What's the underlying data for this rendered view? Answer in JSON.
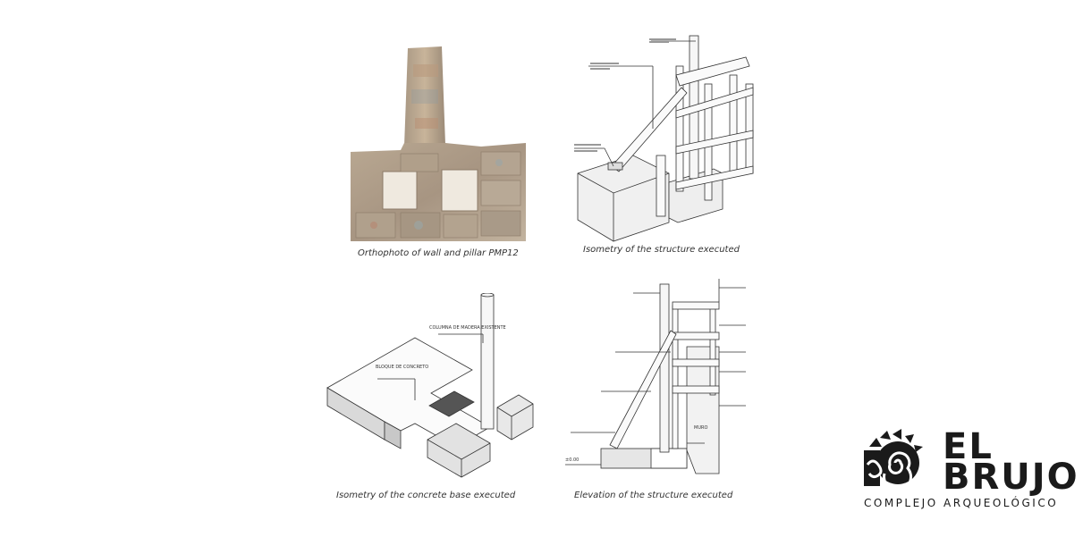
{
  "figures": {
    "photo": {
      "caption": "Orthophoto of wall and pillar PMP12"
    },
    "iso_structure": {
      "caption": "Isometry of the structure executed"
    },
    "iso_base": {
      "caption": "Isometry of the concrete base executed",
      "label_block": "BLOQUE DE CONCRETO",
      "label_column": "COLUMNA DE MADERA EXISTENTE"
    },
    "elevation": {
      "caption": "Elevation of the structure executed",
      "label_wall": "MURO"
    }
  },
  "logo": {
    "line1": "EL",
    "line2": "BRUJO",
    "subtitle": "COMPLEJO ARQUEOLÓGICO"
  }
}
